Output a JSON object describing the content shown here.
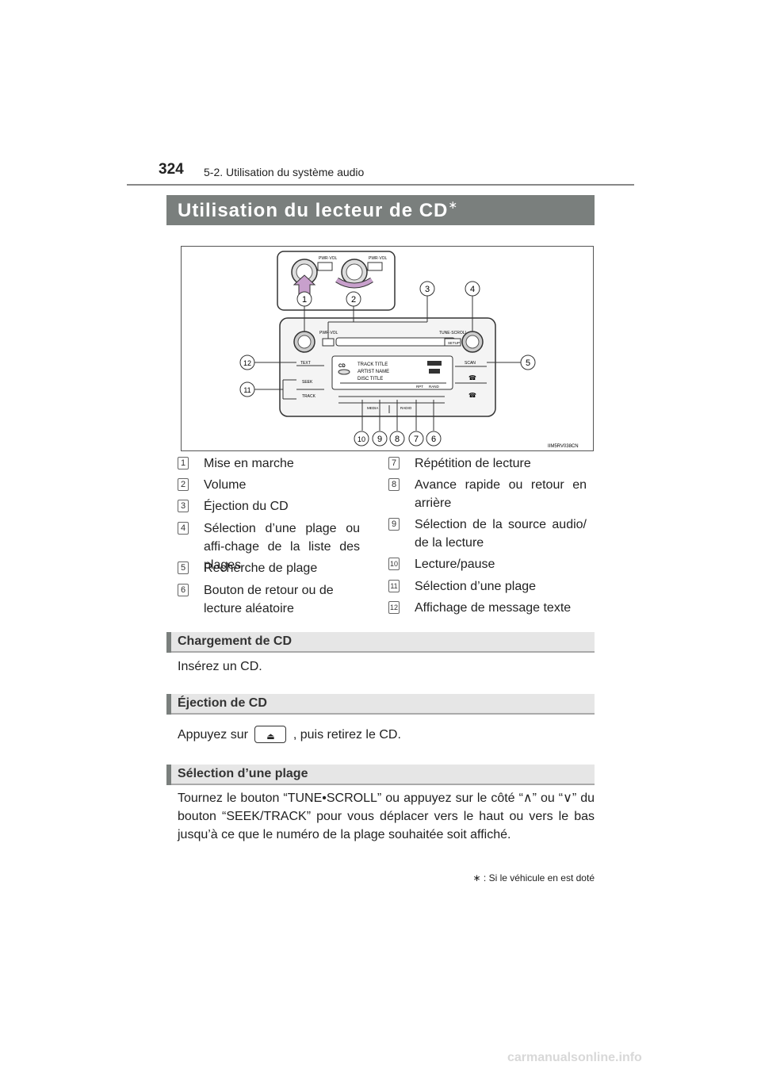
{
  "header": {
    "page_number": "324",
    "section": "5-2. Utilisation du système audio"
  },
  "title": {
    "text": "Utilisation du lecteur de CD",
    "marker": "∗"
  },
  "figure": {
    "code": "IIM5RV038CN",
    "callouts": [
      "1",
      "2",
      "3",
      "4",
      "5",
      "6",
      "7",
      "8",
      "9",
      "10",
      "11",
      "12"
    ],
    "panel_labels": {
      "pwr_vol": "PWR·VOL",
      "tune_scroll": "TUNE·SCROLL",
      "setup": "SETUP",
      "text": "TEXT",
      "seek": "SEEK",
      "track": "TRACK",
      "scan": "SCAN",
      "media": "MEDIA",
      "radio": "RADIO",
      "rpt": "RPT",
      "rand": "RAND",
      "cd": "CD",
      "track_title": "TRACK TITLE",
      "artist_name": "ARTIST NAME",
      "disc_title": "DISC TITLE"
    }
  },
  "legend": {
    "left": [
      {
        "num": "1",
        "text": "Mise en marche"
      },
      {
        "num": "2",
        "text": "Volume"
      },
      {
        "num": "3",
        "text": "Éjection du CD"
      },
      {
        "num": "4",
        "text": "Sélection d’une plage ou affi-chage de la liste des plages"
      },
      {
        "num": "5",
        "text": "Recherche de plage"
      },
      {
        "num": "6",
        "text": "Bouton de retour ou de lecture aléatoire"
      }
    ],
    "right": [
      {
        "num": "7",
        "text": "Répétition de lecture"
      },
      {
        "num": "8",
        "text": "Avance rapide ou retour en arrière"
      },
      {
        "num": "9",
        "text": "Sélection de la source audio/ de la lecture"
      },
      {
        "num": "10",
        "text": "Lecture/pause"
      },
      {
        "num": "11",
        "text": "Sélection d’une plage"
      },
      {
        "num": "12",
        "text": "Affichage de message texte"
      }
    ]
  },
  "sections": [
    {
      "heading": "Chargement de CD",
      "body": "Insérez un CD."
    },
    {
      "heading": "Éjection de CD",
      "body_before": "Appuyez sur",
      "eject_symbol": "⏏",
      "body_after": ", puis retirez le CD."
    },
    {
      "heading": "Sélection d’une plage",
      "body": "Tournez le bouton “TUNE•SCROLL” ou appuyez sur le côté “∧” ou “∨” du bouton “SEEK/TRACK” pour vous déplacer vers le haut ou vers le bas jusqu’à ce que le numéro de la plage souhaitée soit affiché."
    }
  ],
  "footnote": {
    "marker": "∗",
    "text": ": Si le véhicule en est doté"
  },
  "watermark": "carmanualsonline.info"
}
